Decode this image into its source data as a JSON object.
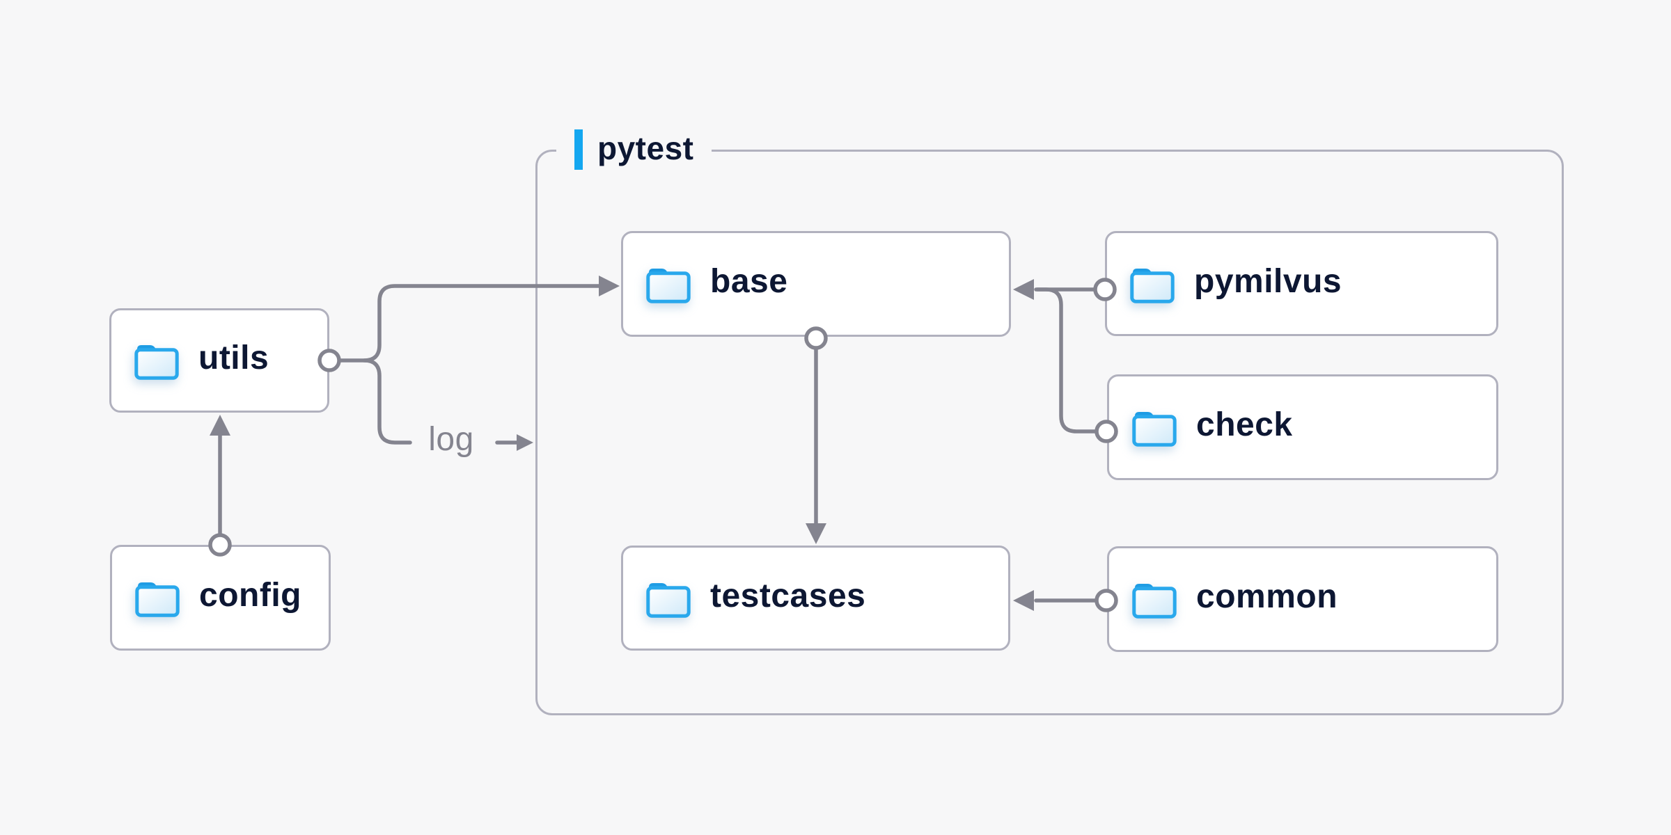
{
  "diagram": {
    "group": {
      "label": "pytest"
    },
    "nodes": [
      {
        "id": "utils",
        "label": "utils",
        "icon": "folder-icon",
        "inside_group": false
      },
      {
        "id": "config",
        "label": "config",
        "icon": "folder-icon",
        "inside_group": false
      },
      {
        "id": "base",
        "label": "base",
        "icon": "folder-icon",
        "inside_group": true
      },
      {
        "id": "pymilvus",
        "label": "pymilvus",
        "icon": "folder-icon",
        "inside_group": true
      },
      {
        "id": "check",
        "label": "check",
        "icon": "folder-icon",
        "inside_group": true
      },
      {
        "id": "testcases",
        "label": "testcases",
        "icon": "folder-icon",
        "inside_group": true
      },
      {
        "id": "common",
        "label": "common",
        "icon": "folder-icon",
        "inside_group": true
      }
    ],
    "edges": [
      {
        "from": "config",
        "to": "utils"
      },
      {
        "from": "utils",
        "to": "base"
      },
      {
        "from": "utils",
        "to": "pytest-group",
        "label": "log"
      },
      {
        "from": "base",
        "to": "testcases"
      },
      {
        "from": "pymilvus",
        "to": "base"
      },
      {
        "from": "check",
        "to": "base"
      },
      {
        "from": "common",
        "to": "testcases"
      }
    ],
    "log_edge": {
      "label": "log",
      "arrow_glyph": "→"
    },
    "colors": {
      "background": "#f7f7f8",
      "accent_blue": "#14a7f0",
      "folder_stroke": "#29a8ec",
      "folder_tab": "#1e9ce4",
      "node_bg": "#ffffff",
      "node_border": "#b1b1be",
      "connector_gray": "#84848f",
      "text_dark": "#0d1733",
      "text_muted": "#84848f"
    }
  }
}
